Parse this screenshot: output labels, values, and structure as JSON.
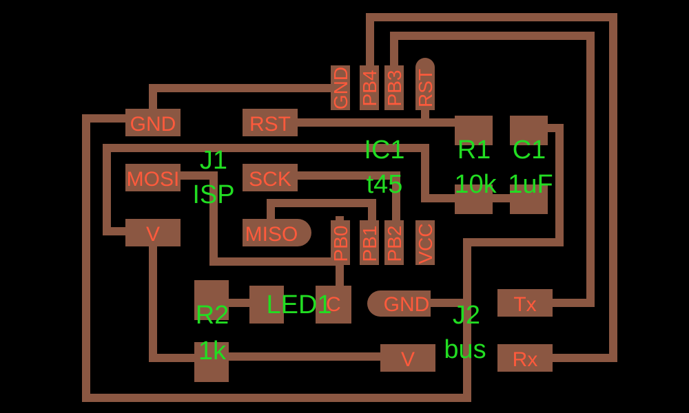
{
  "colors": {
    "background": "#000000",
    "copper": "#8b5742",
    "pin_text": "#ff5a3c",
    "component_text": "#22dd22"
  },
  "j1": {
    "ref": "J1",
    "name": "ISP",
    "pins": {
      "gnd": "GND",
      "rst": "RST",
      "mosi": "MOSI",
      "sck": "SCK",
      "v": "V",
      "miso": "MISO"
    }
  },
  "ic1": {
    "ref": "IC1",
    "value": "t45",
    "pins": {
      "gnd": "GND",
      "pb4": "PB4",
      "pb3": "PB3",
      "rst": "RST",
      "pb0": "PB0",
      "pb1": "PB1",
      "pb2": "PB2",
      "vcc": "VCC"
    }
  },
  "r1": {
    "ref": "R1",
    "value": "10k"
  },
  "c1": {
    "ref": "C1",
    "value": "1uF"
  },
  "r2": {
    "ref": "R2",
    "value": "1k"
  },
  "led1": {
    "ref": "LED1",
    "pin_c": "C"
  },
  "j2": {
    "ref": "J2",
    "name": "bus",
    "pins": {
      "gnd": "GND",
      "tx": "Tx",
      "rx": "Rx",
      "v": "V"
    }
  }
}
